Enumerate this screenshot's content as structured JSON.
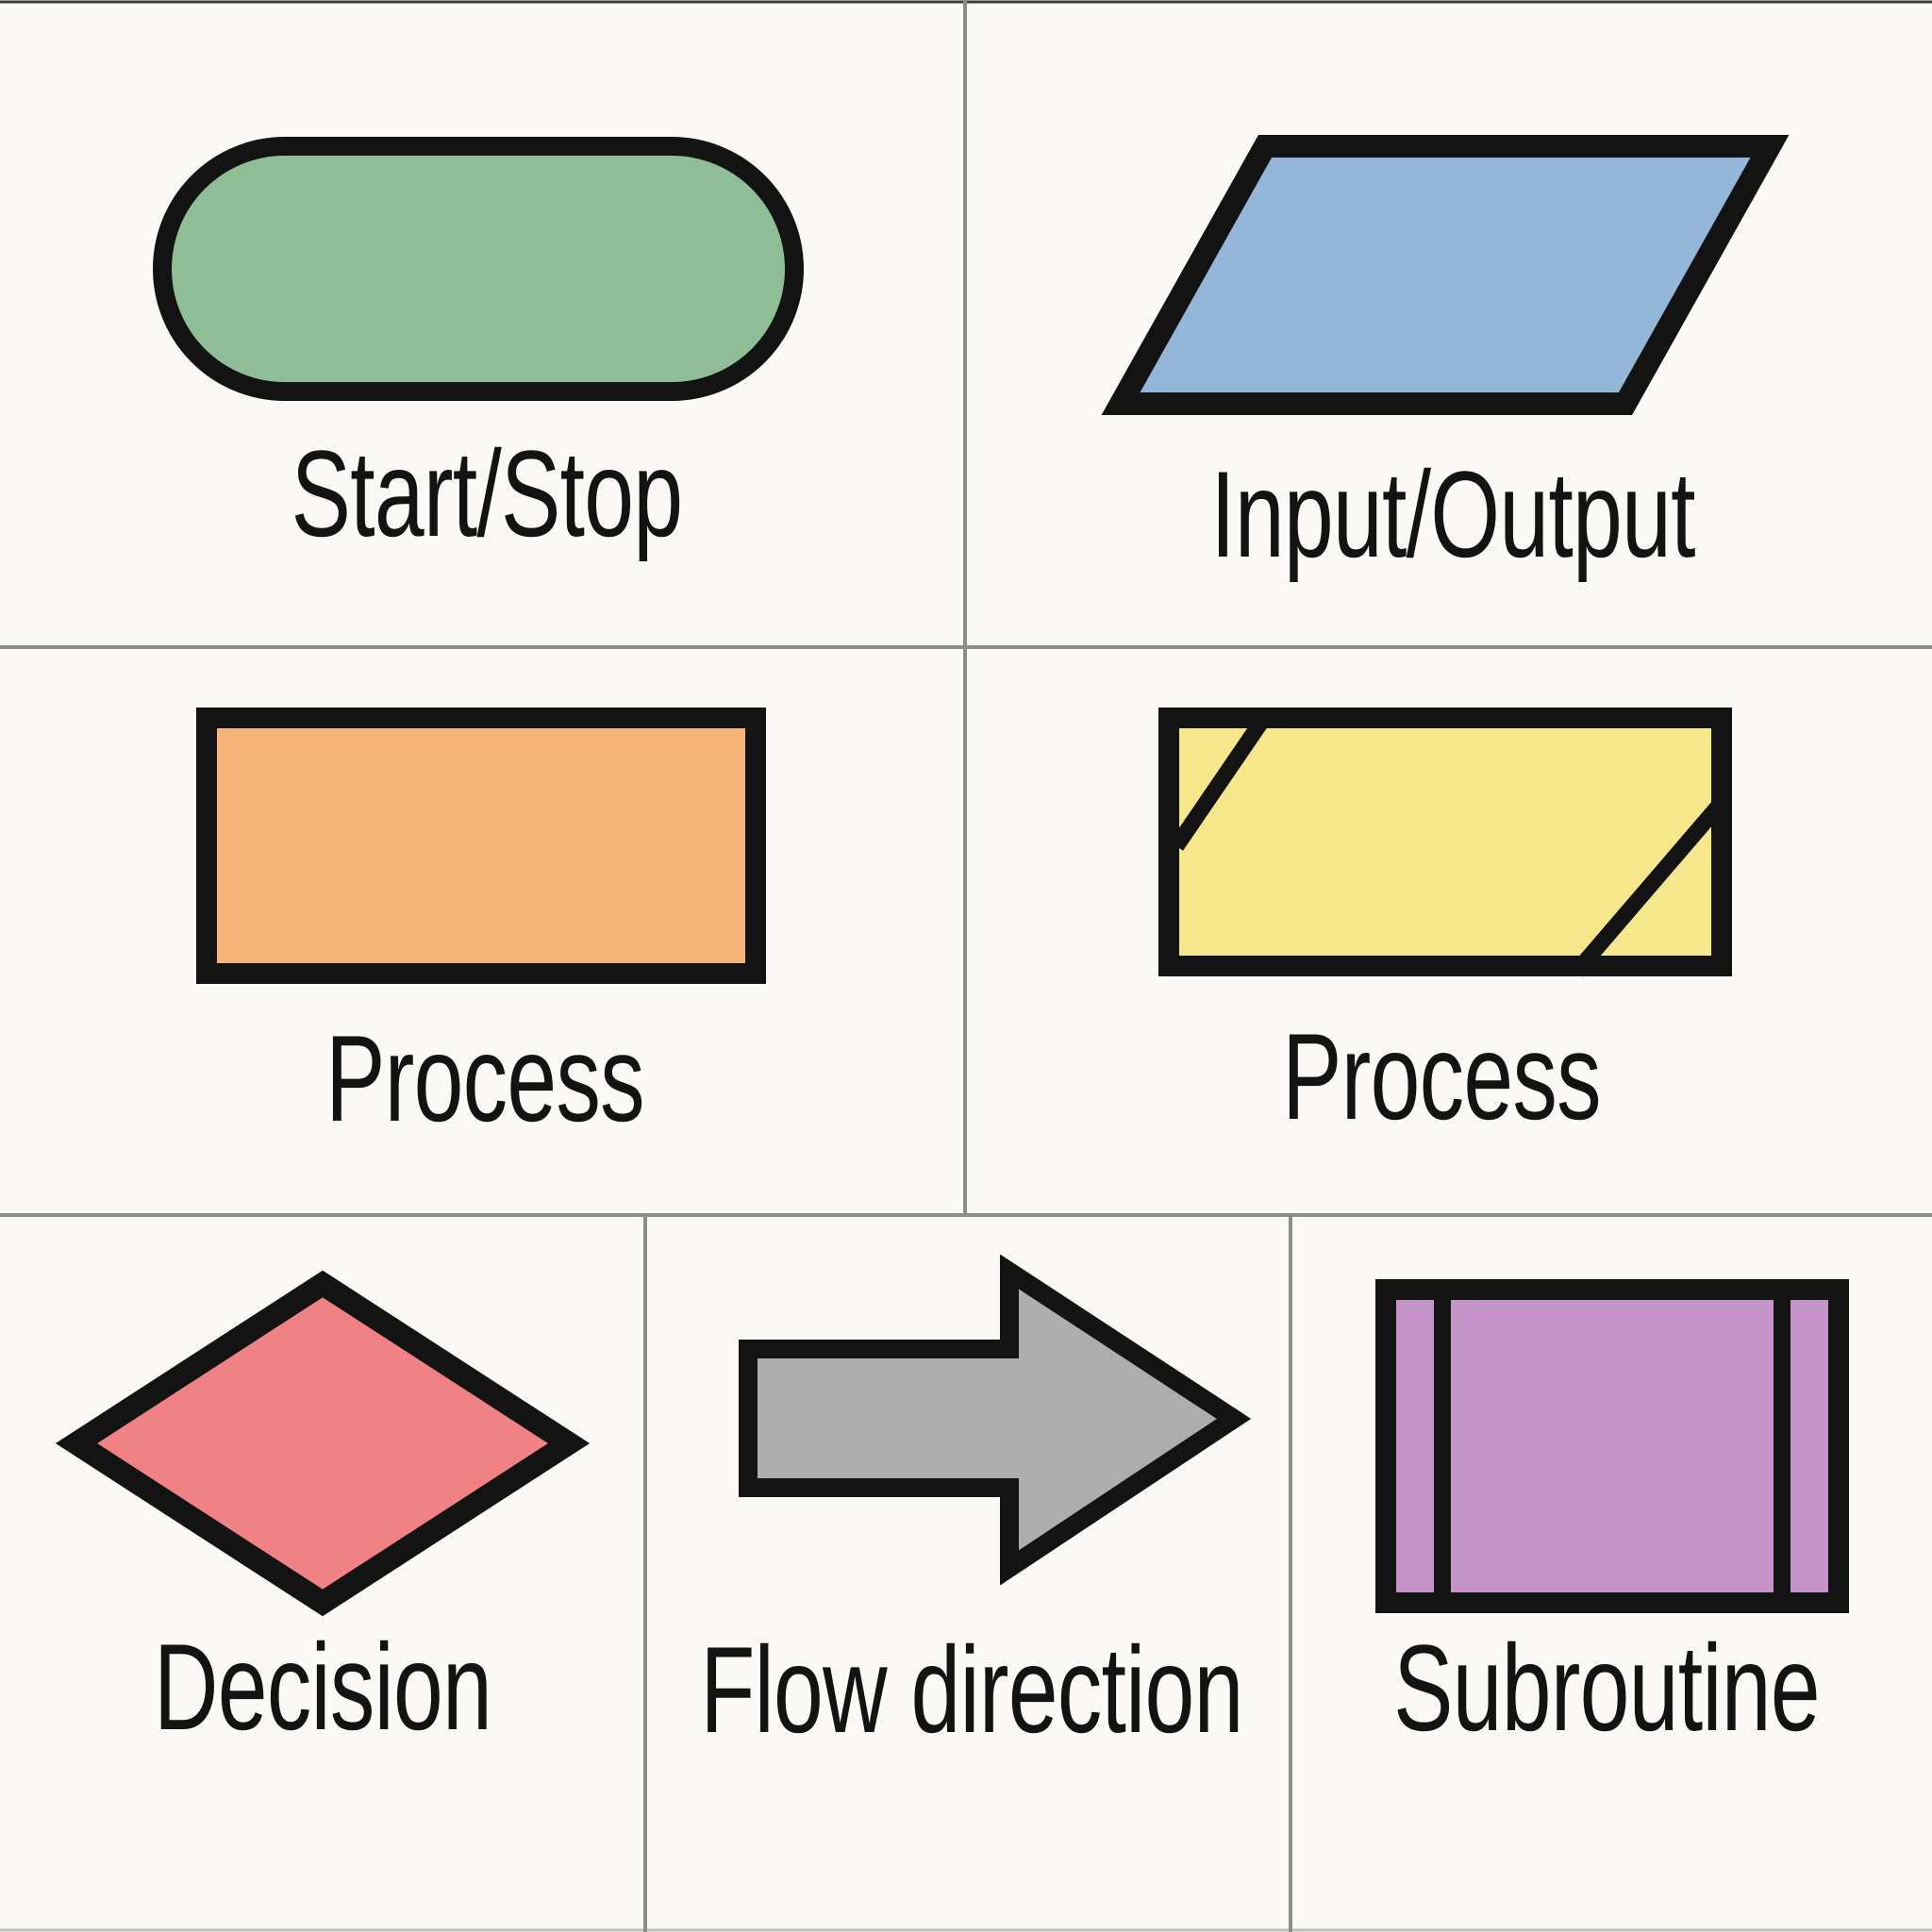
{
  "canvas": {
    "title": "Flowchart symbols reference chart",
    "background": "#faf9f6",
    "grid_color": "#8c8c8c",
    "top_border_color": "#3c3c3c",
    "bottom_border_color": "#bdbdbd",
    "outline_color": "#131313",
    "label_color": "#131313"
  },
  "cells": [
    {
      "name": "start-stop",
      "shape": "stadium",
      "label": "Start/Stop",
      "fill": "#8fbe96"
    },
    {
      "name": "input-output",
      "shape": "parallelogram",
      "label": "Input/Output",
      "fill": "#94b6d8"
    },
    {
      "name": "process",
      "shape": "rectangle",
      "label": "Process",
      "fill": "#f6b478"
    },
    {
      "name": "process-card",
      "shape": "rectangle-with-corner-diagonals",
      "label": "Process",
      "fill": "#f6e78d"
    },
    {
      "name": "decision",
      "shape": "diamond",
      "label": "Decision",
      "fill": "#f08285"
    },
    {
      "name": "flow-direction",
      "shape": "right-arrow",
      "label": "Flow direction",
      "fill": "#adadad"
    },
    {
      "name": "subroutine",
      "shape": "double-struck-rectangle",
      "label": "Subroutine",
      "fill": "#c493c7"
    }
  ]
}
